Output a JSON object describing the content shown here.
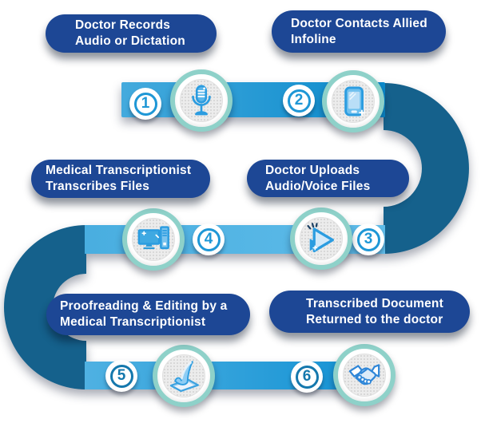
{
  "colors": {
    "pill-navy": "#1d4795",
    "band-light": "#45abdf",
    "band-dark": "#0c8ccd",
    "band-mid": "#55b6e5",
    "curve-dark": "#15618c",
    "ring-teal": "#8ed1c9",
    "icon-blue": "#2b9ce0",
    "badge-blue": "#1e97d6",
    "badge-blue-dark": "#1578ad",
    "text-white": "#ffffff"
  },
  "steps": [
    {
      "number": "1",
      "line1": "Doctor Records",
      "line2": "Audio or Dictation",
      "icon": "microphone"
    },
    {
      "number": "2",
      "line1": "Doctor Contacts Allied",
      "line2": "Infoline",
      "icon": "smartphone"
    },
    {
      "number": "3",
      "line1": "Doctor Uploads",
      "line2": "Audio/Voice Files",
      "icon": "play-button"
    },
    {
      "number": "4",
      "line1": "Medical Transcriptionist",
      "line2": "Transcribes Files",
      "icon": "desktop-computer"
    },
    {
      "number": "5",
      "line1": "Proofreading & Editing by a",
      "line2": "Medical Transcriptionist",
      "icon": "checkmark"
    },
    {
      "number": "6",
      "line1": "Transcribed Document",
      "line2": "Returned to the doctor",
      "icon": "handshake"
    }
  ]
}
